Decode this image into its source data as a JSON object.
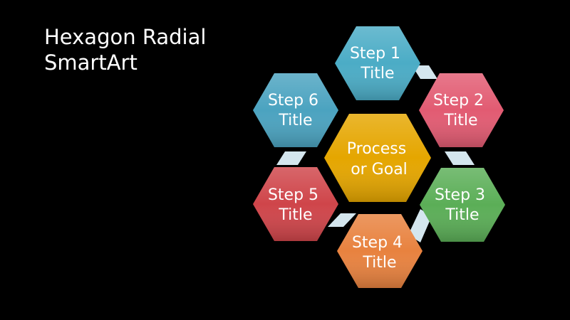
{
  "slide": {
    "title_line1": "Hexagon Radial",
    "title_line2": "SmartArt",
    "background": "#000000"
  },
  "diagram": {
    "center": {
      "line1": "Process",
      "line2": "or Goal",
      "color": "#E5A600"
    },
    "steps": [
      {
        "line1": "Step 1",
        "line2": "Title",
        "color": "#4BACC6"
      },
      {
        "line1": "Step 2",
        "line2": "Title",
        "color": "#E25B72"
      },
      {
        "line1": "Step 3",
        "line2": "Title",
        "color": "#5BAE57"
      },
      {
        "line1": "Step 4",
        "line2": "Title",
        "color": "#E8823F"
      },
      {
        "line1": "Step 5",
        "line2": "Title",
        "color": "#CF454A"
      },
      {
        "line1": "Step 6",
        "line2": "Title",
        "color": "#4BA3C0"
      }
    ],
    "connector_color": "#D4E6EE"
  }
}
